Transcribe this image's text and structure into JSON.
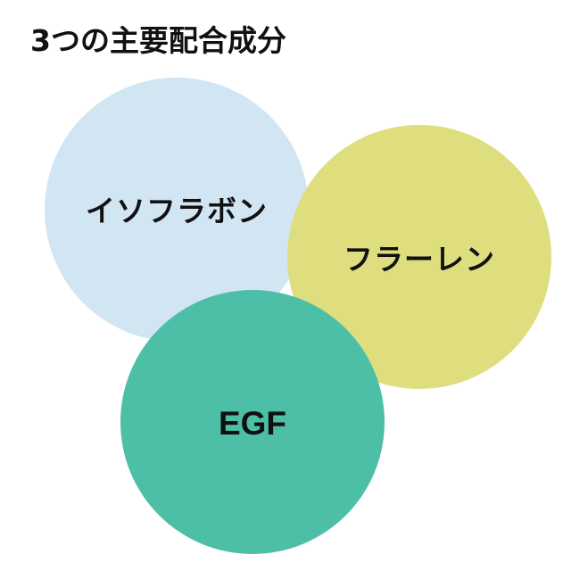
{
  "title": "3つの主要配合成分",
  "circles": [
    {
      "label": "イソフラボン",
      "color": "#D2E5F3"
    },
    {
      "label": "フラーレン",
      "color": "#DEDE7E"
    },
    {
      "label": "EGF",
      "color": "#4EBFA7"
    }
  ]
}
